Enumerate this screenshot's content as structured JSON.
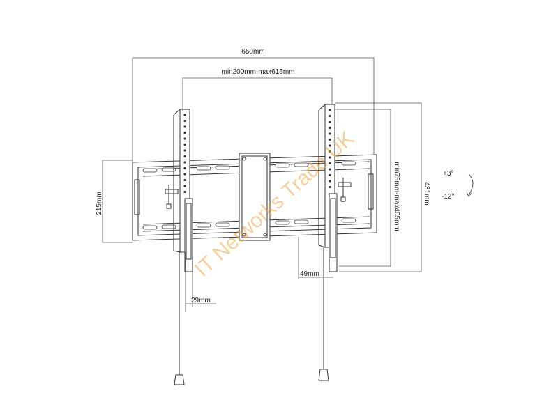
{
  "dimensions": {
    "overall_width": "650mm",
    "vesa_horizontal": "min200mm-max615mm",
    "vesa_vertical": "min75mm-max405mm",
    "overall_height": "431mm",
    "plate_height": "215mm",
    "arm_depth": "29mm",
    "wall_depth": "49mm"
  },
  "tilt": {
    "up": "+3°",
    "down": "-12°"
  },
  "watermark": "IT Networks Trade UK"
}
